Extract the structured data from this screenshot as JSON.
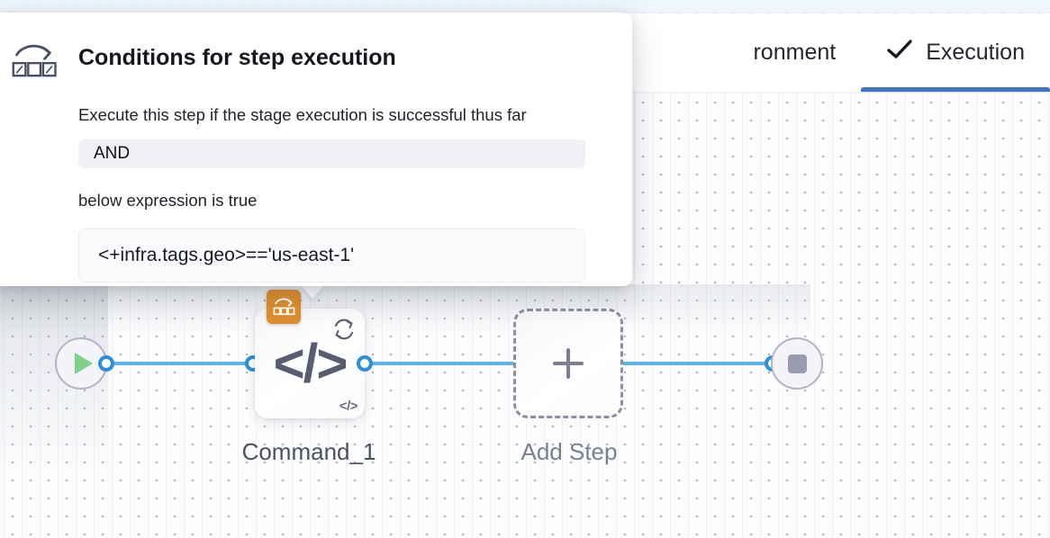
{
  "tabs": [
    {
      "label": "ronment",
      "icon": "",
      "active": false,
      "truncated": true
    },
    {
      "label": "Execution",
      "icon": "check-icon",
      "active": true,
      "truncated": false
    }
  ],
  "popover": {
    "icon": "conditional-execution-icon",
    "title": "Conditions for step execution",
    "description": "Execute this step if the stage execution is successful thus far",
    "operator_value": "AND",
    "condition_text": "below expression is true",
    "expression_value": "<+infra.tags.geo>=='us-east-1'"
  },
  "graph": {
    "start_node": {
      "name": "start-node",
      "icon": "play-icon"
    },
    "end_node": {
      "name": "end-node",
      "icon": "stop-icon"
    },
    "step": {
      "caption": "Command_1",
      "glyph": "</>",
      "mini_glyph": "</>",
      "badge_icon": "conditional-execution-icon",
      "loop_icon": "loop-icon"
    },
    "add_step": {
      "caption": "Add Step",
      "icon": "plus-icon"
    }
  },
  "colors": {
    "accent_blue": "#3f73c4",
    "edge_blue": "#5cb3e8",
    "port_blue": "#2e8fda",
    "badge_orange": "#df8e2e",
    "play_green": "#7fd18a",
    "stop_gray": "#9a9bb0",
    "node_outline": "#8b8fa6"
  }
}
